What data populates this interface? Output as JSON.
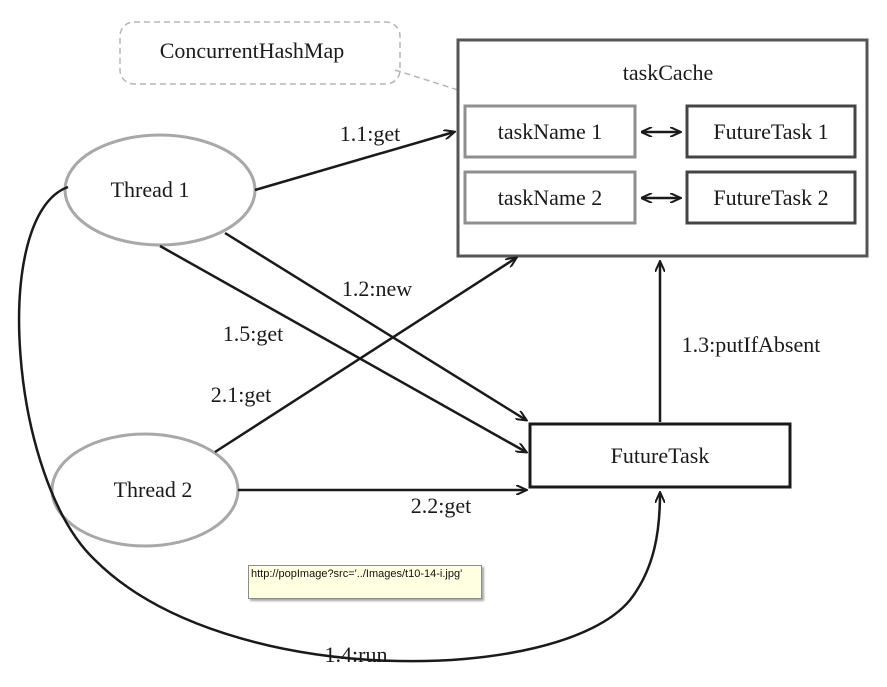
{
  "callout": {
    "label": "ConcurrentHashMap"
  },
  "cache": {
    "title": "taskCache",
    "rows": [
      {
        "key": "taskName 1",
        "value": "FutureTask 1"
      },
      {
        "key": "taskName 2",
        "value": "FutureTask 2"
      }
    ]
  },
  "nodes": {
    "thread1": "Thread 1",
    "thread2": "Thread 2",
    "futuretask": "FutureTask"
  },
  "edges": {
    "e1_1": "1.1:get",
    "e1_2": "1.2:new",
    "e1_3": "1.3:putIfAbsent",
    "e1_4": "1.4:run",
    "e1_5": "1.5:get",
    "e2_1": "2.1:get",
    "e2_2": "2.2:get"
  },
  "tooltip": {
    "text": "http://popImage?src='../Images/t10-14-i.jpg'"
  },
  "colors": {
    "line": "#1a1a1a",
    "box_border": "#555555",
    "inner_key_border": "#8f8f8f",
    "inner_value_border": "#444444",
    "ellipse_border": "#a8a8a8",
    "callout_border": "#b5b5b5",
    "tooltip_bg": "#ffffe1"
  }
}
